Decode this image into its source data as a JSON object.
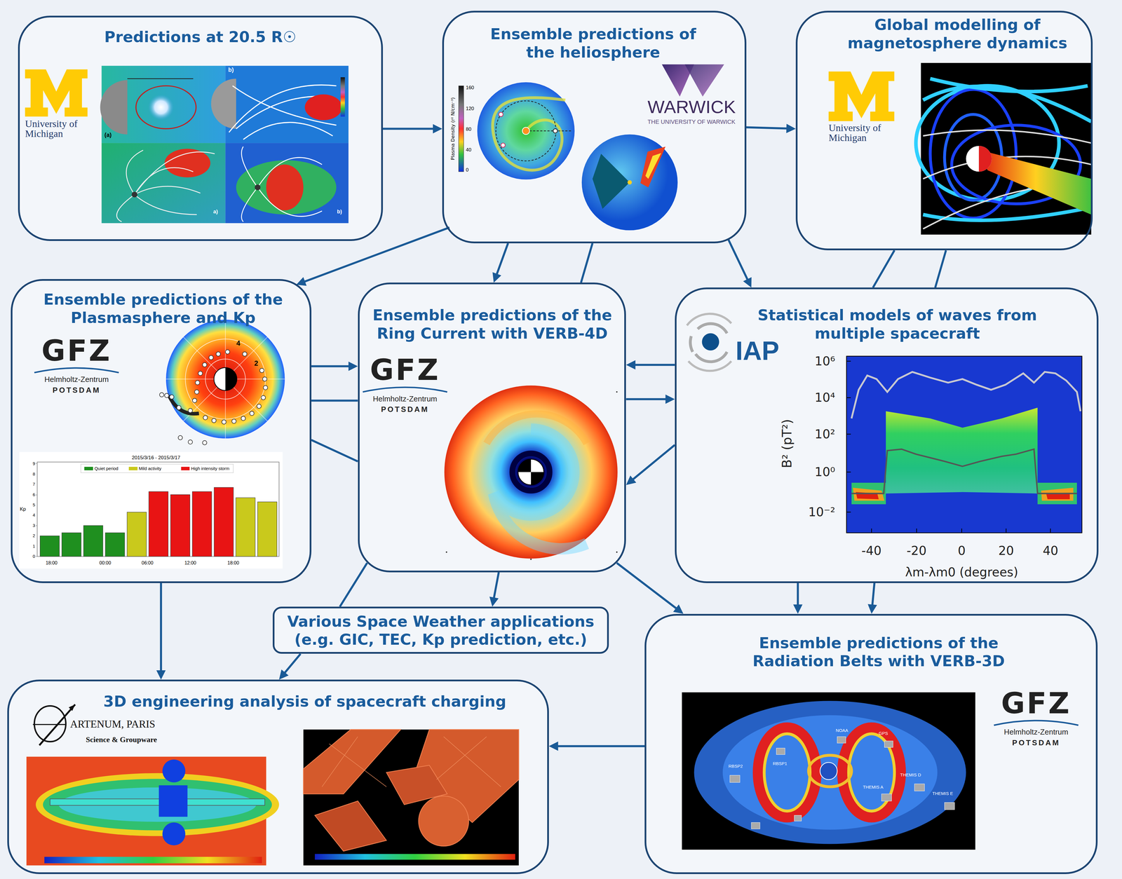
{
  "diagram": {
    "nodes": [
      {
        "text": [
          "Predictions at 20.5 R☉",
          "University of Michigan"
        ]
      },
      {
        "text": [
          "Ensemble predictions of the heliosphere",
          "WARWICK",
          "THE UNIVERSITY OF WARWICK"
        ]
      },
      {
        "text": [
          "Global modelling of magnetosphere dynamics",
          "University of Michigan"
        ]
      },
      {
        "text": [
          "Ensemble predictions of the Plasmasphere and Kp",
          "GFZ",
          "Helmholtz-Zentrum",
          "POTSDAM"
        ]
      },
      {
        "text": [
          "Ensemble predictions of the Ring Current with VERB-4D",
          "GFZ",
          "Helmholtz-Zentrum",
          "POTSDAM"
        ]
      },
      {
        "text": [
          "Statistical models of waves from multiple spacecraft",
          "IAP"
        ]
      },
      {
        "text": [
          "Various Space Weather applications (e.g. GIC, TEC, Kp prediction, etc.)"
        ]
      },
      {
        "text": [
          "3D engineering analysis of spacecraft charging",
          "ARTENUM, PARIS",
          "Science & Groupware"
        ]
      },
      {
        "text": [
          "Ensemble predictions of the Radiation Belts with VERB-3D",
          "GFZ",
          "Helmholtz-Zentrum",
          "POTSDAM"
        ]
      }
    ],
    "edges": [
      {
        "from": 0,
        "to": 1,
        "arrow": "to"
      },
      {
        "from": 1,
        "to": 2,
        "arrow": "to"
      },
      {
        "from": 1,
        "to": 3,
        "arrow": "to"
      },
      {
        "from": 1,
        "to": 4,
        "arrow": "to"
      },
      {
        "from": 1,
        "to": 4,
        "arrow": "none"
      },
      {
        "from": 1,
        "to": 5,
        "arrow": "to"
      },
      {
        "from": 2,
        "to": 5,
        "arrow": "none"
      },
      {
        "from": 2,
        "to": 5,
        "arrow": "none"
      },
      {
        "from": 3,
        "to": 4,
        "arrow": "to"
      },
      {
        "from": 3,
        "to": 4,
        "arrow": "none"
      },
      {
        "from": 3,
        "to": 4,
        "arrow": "none"
      },
      {
        "from": 5,
        "to": 4,
        "arrow": "to"
      },
      {
        "from": 4,
        "to": 5,
        "arrow": "to"
      },
      {
        "from": 5,
        "to": 4,
        "arrow": "to"
      },
      {
        "from": 4,
        "to": 6,
        "arrow": "to"
      },
      {
        "from": 4,
        "to": 6,
        "arrow": "none"
      },
      {
        "from": 6,
        "to": 7,
        "arrow": "to"
      },
      {
        "from": 4,
        "to": 8,
        "arrow": "to"
      },
      {
        "from": 5,
        "to": 8,
        "arrow": "to"
      },
      {
        "from": 5,
        "to": 8,
        "arrow": "to"
      },
      {
        "from": 3,
        "to": 7,
        "arrow": "to"
      },
      {
        "from": 8,
        "to": 7,
        "arrow": "to"
      }
    ],
    "labels": [
      "(a)",
      "b)",
      "a)",
      "b)",
      "Plasma Density (r² N/cm⁻³)",
      "160",
      "120",
      "80",
      "40",
      "0",
      "4",
      "2",
      "2015/3/16 - 2015/3/17",
      "Kp",
      "0",
      "1",
      "2",
      "3",
      "4",
      "5",
      "6",
      "7",
      "8",
      "9",
      "18:00",
      "00:00",
      "06:00",
      "12:00",
      "18:00",
      "B² (pT²)",
      "10⁶",
      "10⁴",
      "10²",
      "10⁰",
      "10⁻²",
      "-40",
      "-20",
      "0",
      "20",
      "40",
      "λm-λm0 (degrees)",
      "RBSP2",
      "RBSP1",
      "NOAA",
      "GPS",
      "THEMIS A",
      "THEMIS D",
      "THEMIS E"
    ],
    "legend": [
      {
        "text": "Quiet period",
        "color": "#1f8f1f"
      },
      {
        "text": "Mild activity",
        "color": "#c9c91c"
      },
      {
        "text": "High intensity storm",
        "color": "#e81414"
      }
    ]
  }
}
